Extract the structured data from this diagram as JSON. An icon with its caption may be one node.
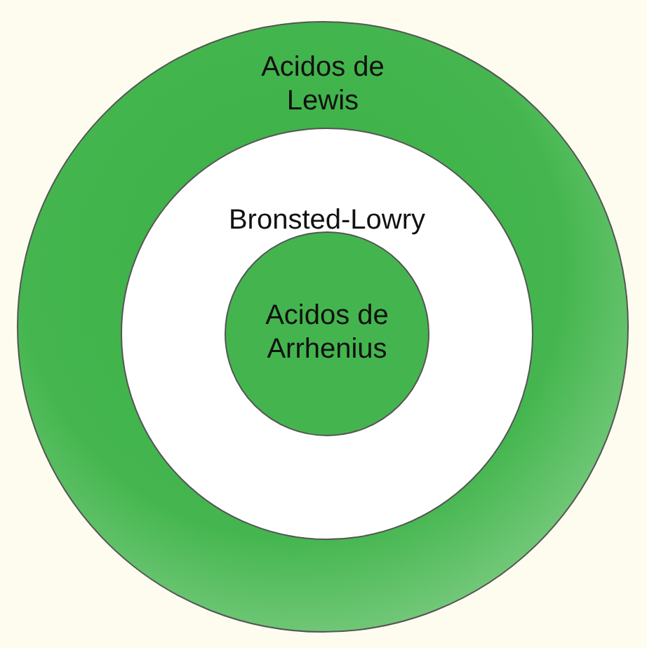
{
  "diagram": {
    "nodes": [
      {
        "text": [
          "Acidos de Lewis"
        ]
      },
      {
        "text": [
          "Bronsted-Lowry"
        ],
        "in": 0
      },
      {
        "text": [
          "Acidos de Arrhenius"
        ],
        "in": 1
      }
    ]
  }
}
